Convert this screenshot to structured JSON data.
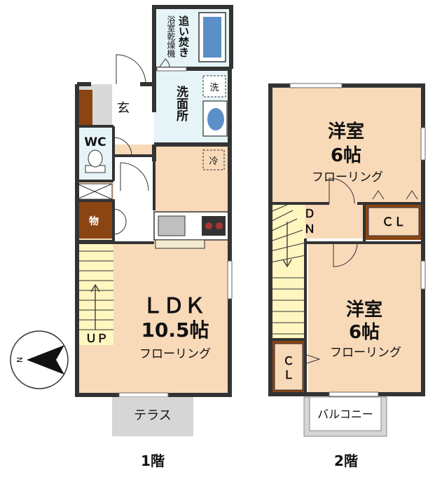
{
  "floor1": {
    "entrance": "玄",
    "wc": "WC",
    "storage": "物",
    "bath_line1": "追い焚き",
    "bath_line2": "浴室乾燥機",
    "washroom": "洗面所",
    "washer_mark": "洗",
    "fridge_mark": "冷",
    "ldk_name": "ＬＤＫ",
    "ldk_size": "10.5帖",
    "ldk_floor": "フローリング",
    "stairs_dir": "ＵＰ",
    "terrace": "テラス",
    "caption": "1階"
  },
  "floor2": {
    "room1_name": "洋室",
    "room1_size": "6帖",
    "room1_floor": "フローリング",
    "room2_name": "洋室",
    "room2_size": "6帖",
    "room2_floor": "フローリング",
    "closet1": "ＣＬ",
    "closet2_a": "Ｃ",
    "closet2_b": "Ｌ",
    "stairs_dir_a": "Ｄ",
    "stairs_dir_b": "Ｎ",
    "balcony": "バルコニー",
    "caption": "2階"
  },
  "compass": {
    "letter": "N"
  },
  "colors": {
    "room": "#f8d9b8",
    "wet": "#e6f4f7",
    "wall": "#333333",
    "closet": "#8b4513",
    "stairs": "#fff6c0",
    "terrace": "#d6d6d6"
  }
}
